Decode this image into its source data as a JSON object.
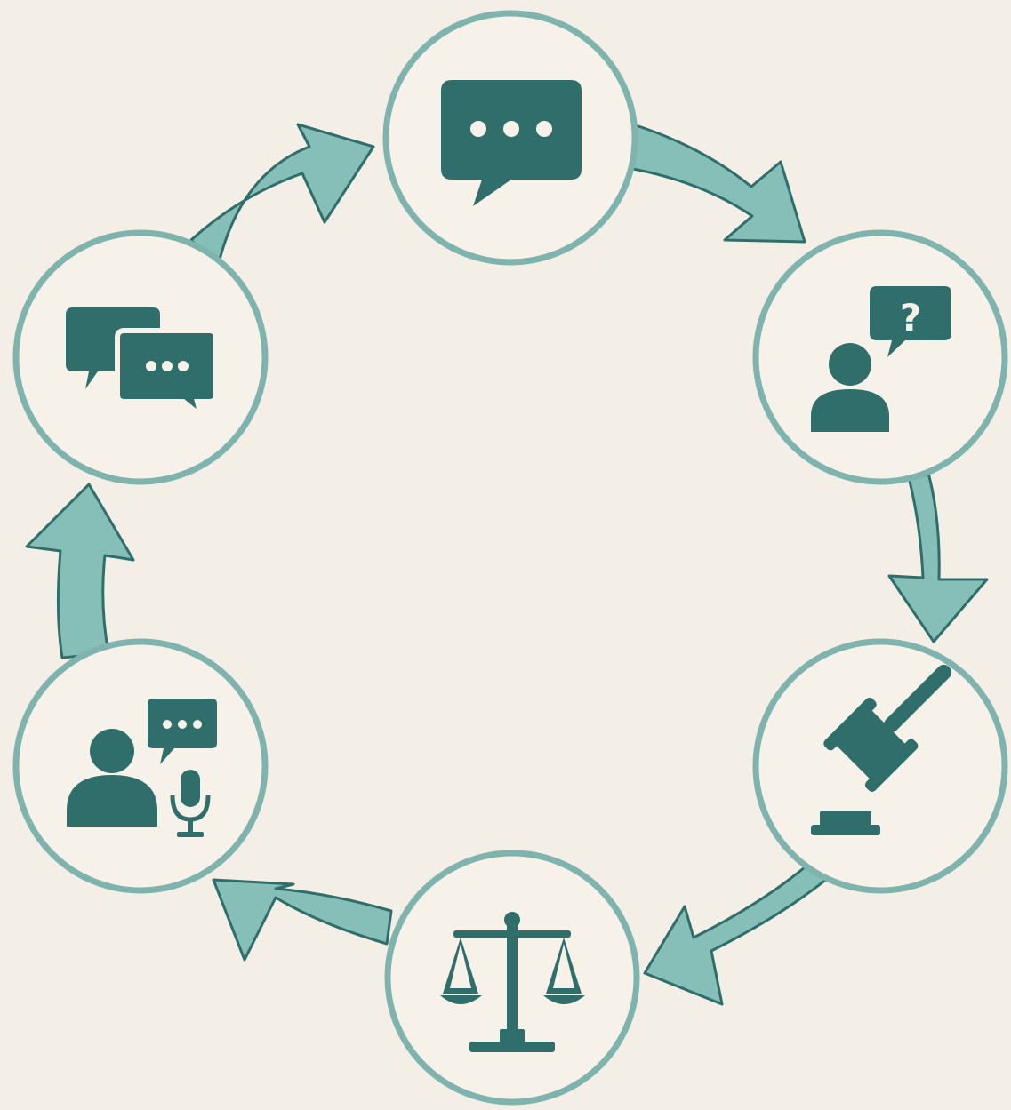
{
  "diagram": {
    "type": "cycle",
    "direction": "clockwise",
    "colors": {
      "background": "#f3efe6",
      "node_fill": "#f6f2e9",
      "node_ring": "#7fb3ad",
      "icon": "#2f6e6a",
      "arrow_fill": "#86bfb8",
      "arrow_outline": "#2f6e6a"
    },
    "nodes": [
      {
        "id": "node-top",
        "icon": "speech-bubble-icon"
      },
      {
        "id": "node-upper-right",
        "icon": "person-question-icon"
      },
      {
        "id": "node-lower-right",
        "icon": "gavel-icon"
      },
      {
        "id": "node-bottom",
        "icon": "scales-icon"
      },
      {
        "id": "node-lower-left",
        "icon": "person-microphone-icon"
      },
      {
        "id": "node-upper-left",
        "icon": "conversation-bubbles-icon"
      }
    ],
    "icon_glyphs": {
      "question_mark": "?"
    }
  }
}
